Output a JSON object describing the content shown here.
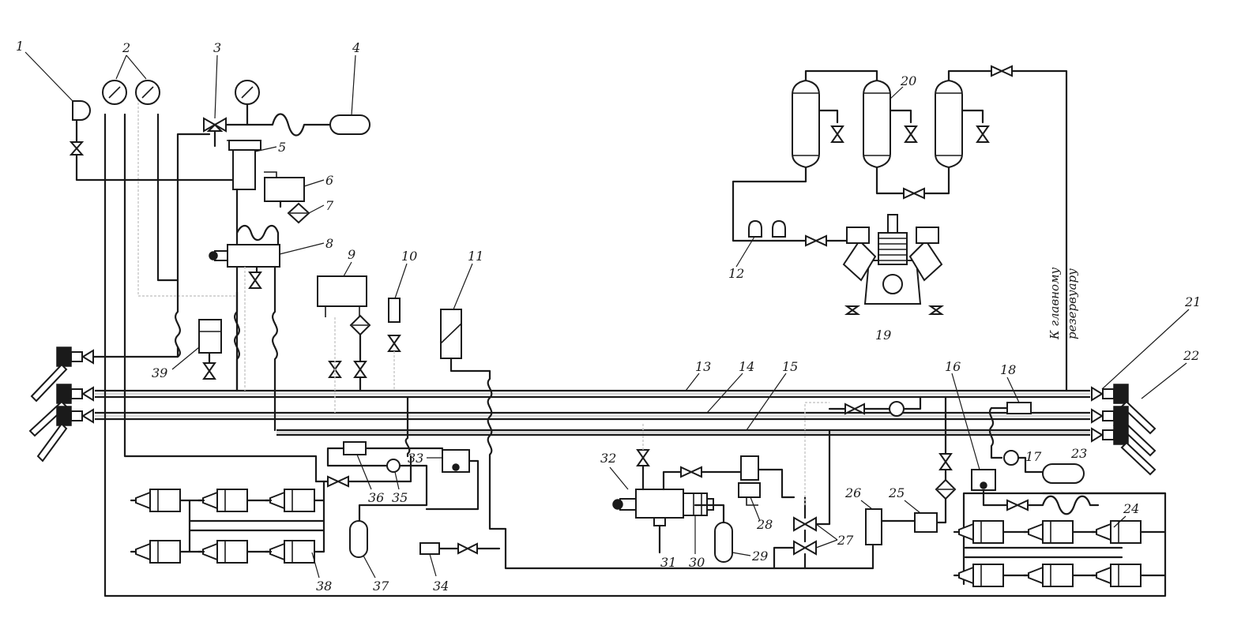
{
  "labels": {
    "n1": "1",
    "n2": "2",
    "n3": "3",
    "n4": "4",
    "n5": "5",
    "n6": "6",
    "n7": "7",
    "n8": "8",
    "n9": "9",
    "n10": "10",
    "n11": "11",
    "n12": "12",
    "n13": "13",
    "n14": "14",
    "n15": "15",
    "n16": "16",
    "n17": "17",
    "n18": "18",
    "n19": "19",
    "n20": "20",
    "n21": "21",
    "n22": "22",
    "n23": "23",
    "n24": "24",
    "n25": "25",
    "n26": "26",
    "n27": "27",
    "n28": "28",
    "n29": "29",
    "n30": "30",
    "n31": "31",
    "n32": "32",
    "n33": "33",
    "n34": "34",
    "n35": "35",
    "n36": "36",
    "n37": "37",
    "n38": "38",
    "n39": "39"
  },
  "side_text": {
    "line1": "К главному",
    "line2": "резервуару"
  }
}
